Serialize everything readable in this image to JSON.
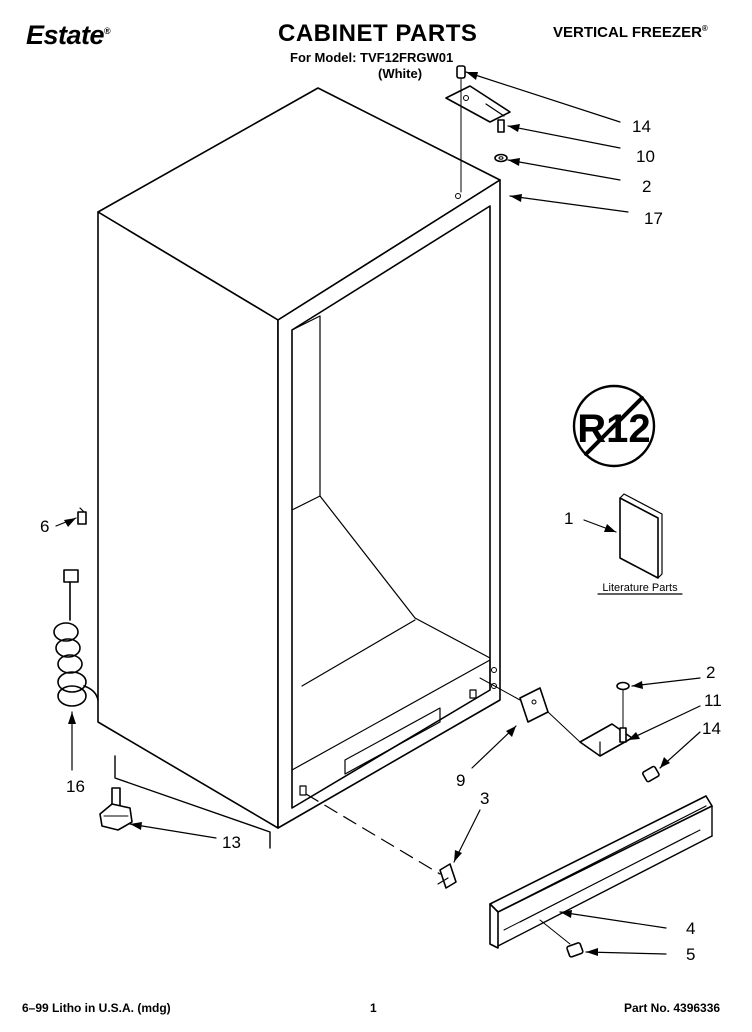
{
  "header": {
    "brand": "Estate",
    "brand_mark": "®",
    "title": "CABINET PARTS",
    "model_line": "For Model: TVF12FRGW01",
    "color_line": "(White)",
    "product": "VERTICAL FREEZER",
    "product_mark": "®"
  },
  "symbol": {
    "label": "R12"
  },
  "literature": {
    "label": "Literature Parts"
  },
  "callouts": {
    "c14_top": "14",
    "c10": "10",
    "c2_top": "2",
    "c17": "17",
    "c1": "1",
    "c6": "6",
    "c16": "16",
    "c13": "13",
    "c2_right": "2",
    "c11": "11",
    "c14_right": "14",
    "c9": "9",
    "c3": "3",
    "c4": "4",
    "c5": "5"
  },
  "footer": {
    "litho": "6–99 Litho in U.S.A. (mdg)",
    "page": "1",
    "part_number": "Part No. 4396336"
  }
}
